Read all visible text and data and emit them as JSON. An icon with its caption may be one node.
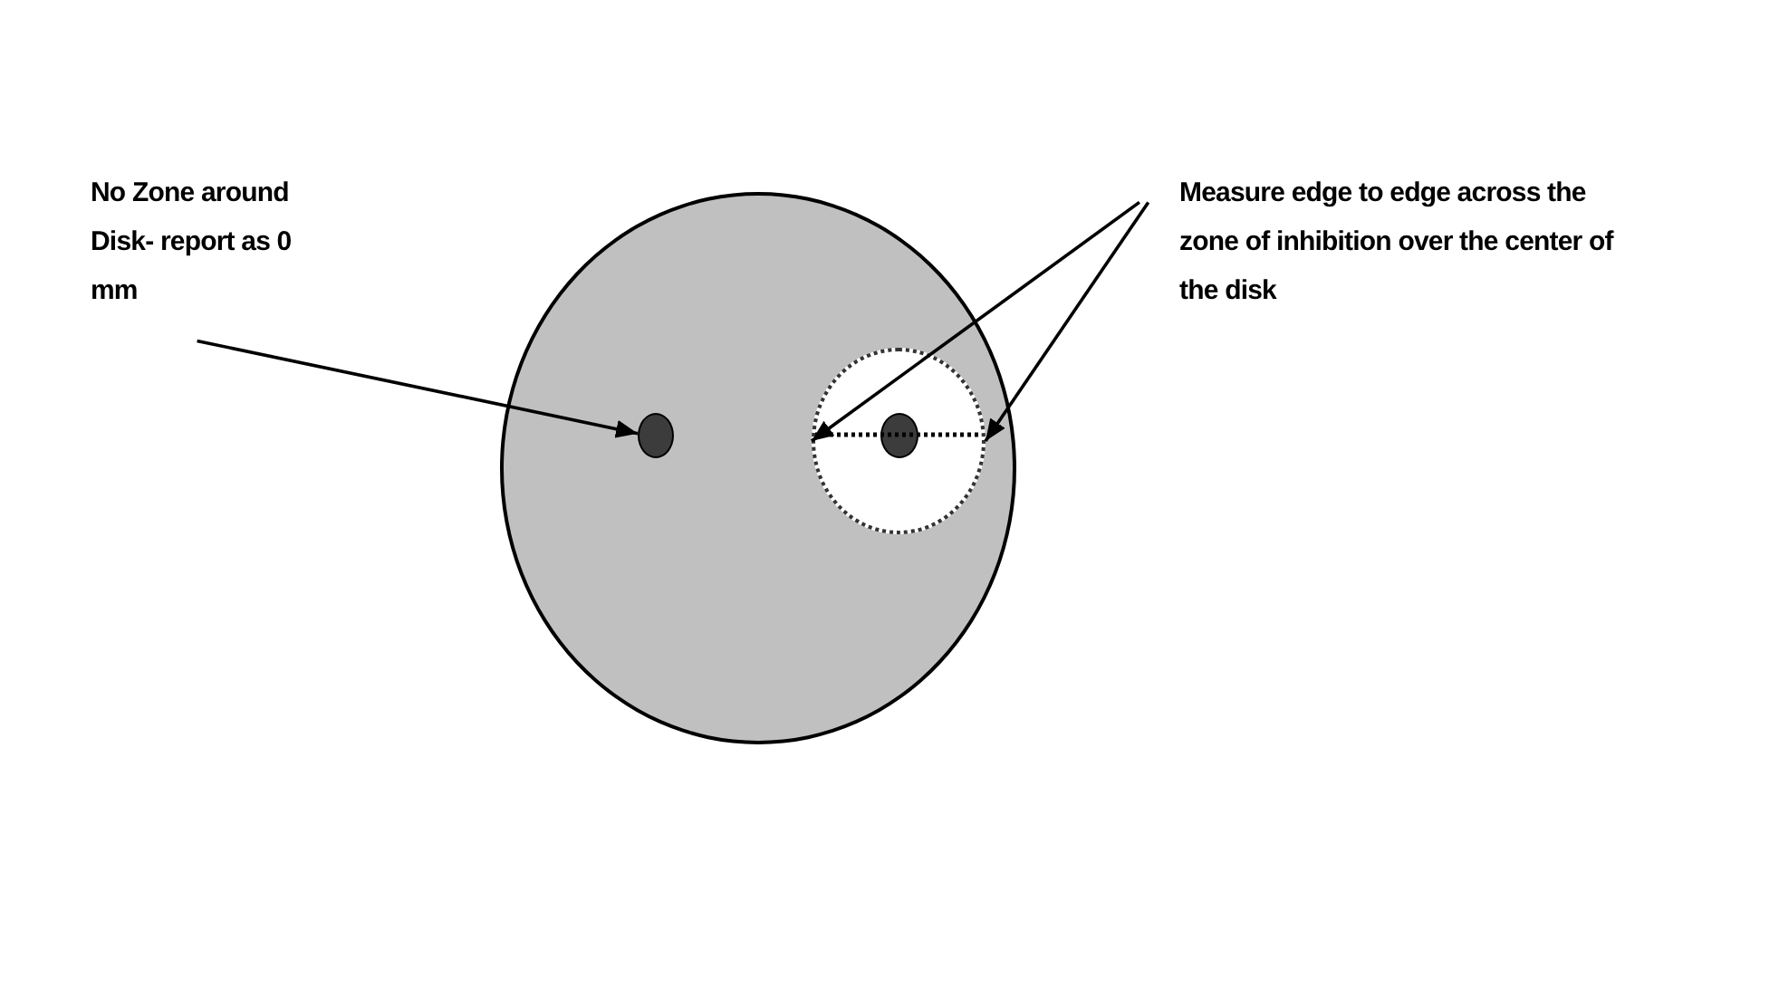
{
  "diagram": {
    "nodes": [
      {
        "text": [
          "No Zone around Disk- report as 0 mm"
        ]
      },
      {
        "text": [
          "Measure edge to edge across the zone of inhibition over the center of the disk"
        ]
      },
      {
        "text": [],
        "shape": "circle"
      },
      {
        "text": [],
        "shape": "circle",
        "in": 2
      },
      {
        "text": [],
        "shape": "circle",
        "in": 2
      },
      {
        "text": [],
        "shape": "circle",
        "in": 4
      }
    ],
    "edges": [
      {
        "from": 0,
        "to": 3,
        "arrow": "to"
      },
      {
        "from": 1,
        "to": 4,
        "arrow": "to"
      },
      {
        "from": 1,
        "to": 4,
        "arrow": "to"
      }
    ]
  }
}
